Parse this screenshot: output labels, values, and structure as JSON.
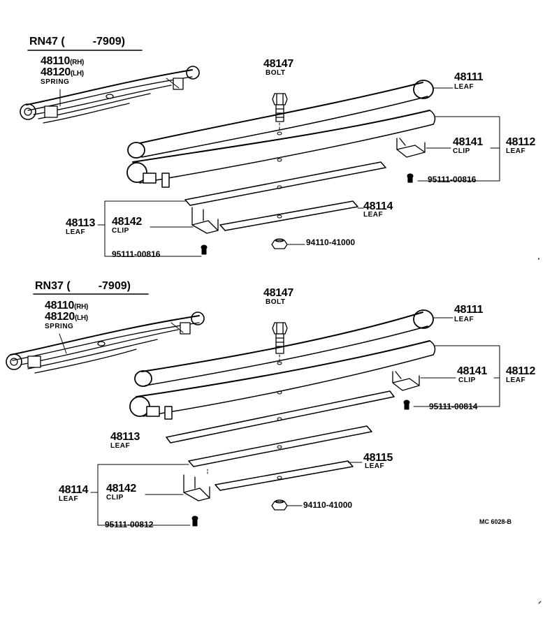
{
  "sections": [
    {
      "model": "RN47 (",
      "model_suffix": "-7909)",
      "spring": {
        "pn1": "48110",
        "sfx1": "(RH)",
        "pn2": "48120",
        "sfx2": "(LH)",
        "name": "SPRING"
      },
      "bolt": {
        "pn": "48147",
        "name": "BOLT"
      },
      "leaf_top": {
        "pn": "48111",
        "name": "LEAF"
      },
      "leaf_second": {
        "pn": "48112",
        "name": "LEAF"
      },
      "clip_right": {
        "pn": "48141",
        "name": "CLIP"
      },
      "rivet_right": {
        "pn": "95111-00816"
      },
      "leaf_group": {
        "pn": "48113",
        "name": "LEAF"
      },
      "clip_left": {
        "pn": "48142",
        "name": "CLIP"
      },
      "rivet_left": {
        "pn": "95111-00816"
      },
      "leaf_bottom": {
        "pn": "48114",
        "name": "LEAF"
      },
      "nut": {
        "pn": "94110-41000"
      }
    },
    {
      "model": "RN37 (",
      "model_suffix": "-7909)",
      "spring": {
        "pn1": "48110",
        "sfx1": "(RH)",
        "pn2": "48120",
        "sfx2": "(LH)",
        "name": "SPRING"
      },
      "bolt": {
        "pn": "48147",
        "name": "BOLT"
      },
      "leaf_top": {
        "pn": "48111",
        "name": "LEAF"
      },
      "leaf_second": {
        "pn": "48112",
        "name": "LEAF"
      },
      "clip_right": {
        "pn": "48141",
        "name": "CLIP"
      },
      "rivet_right": {
        "pn": "95111-00814"
      },
      "leaf_mid": {
        "pn": "48113",
        "name": "LEAF"
      },
      "leaf_bottom": {
        "pn": "48115",
        "name": "LEAF"
      },
      "leaf_group": {
        "pn": "48114",
        "name": "LEAF"
      },
      "clip_left": {
        "pn": "48142",
        "name": "CLIP"
      },
      "rivet_left": {
        "pn": "95111-00812"
      },
      "nut": {
        "pn": "94110-41000"
      }
    }
  ],
  "footer_code": "MC 6028-B"
}
